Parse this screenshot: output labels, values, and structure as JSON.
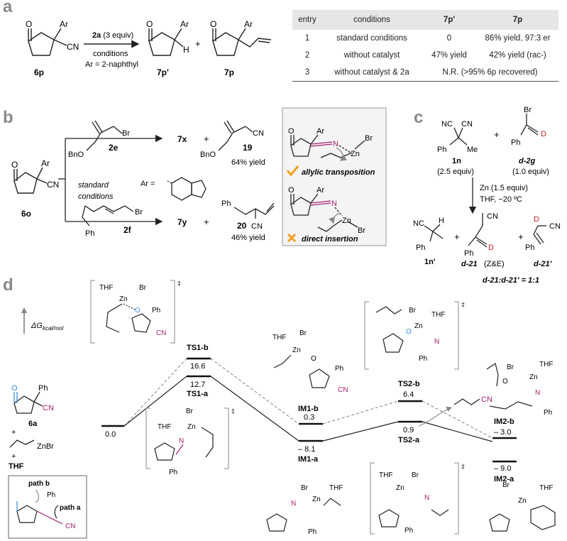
{
  "panels": {
    "a": "a",
    "b": "b",
    "c": "c",
    "d": "d"
  },
  "colors": {
    "nitrile": "#a0236f",
    "oxygen": "#3a8fd6",
    "check": "#f0a020",
    "cross": "#f0a020",
    "grey_line": "#888888"
  },
  "panel_a": {
    "substrate_label": "6p",
    "Ar": "Ar",
    "CN": "CN",
    "O": "O",
    "H": "H",
    "reagent": "2a (3 equiv)",
    "reagent_bold": "2a",
    "reagent_rest": " (3 equiv)",
    "conditions": "conditions",
    "ar_def": "Ar = 2-naphthyl",
    "product1": "7p'",
    "plus": "+",
    "product2": "7p",
    "table": {
      "headers": [
        "entry",
        "conditions",
        "7p'",
        "7p"
      ],
      "rows": [
        {
          "entry": "1",
          "conditions": "standard conditions",
          "c1": "0",
          "c2": "86% yield, 97:3 er"
        },
        {
          "entry": "2",
          "conditions": "without catalyst",
          "c1": "47% yield",
          "c2": "42% yield (rac-)"
        },
        {
          "entry": "3",
          "conditions": "without catalyst & 2a",
          "c1": "N.R. (>95% 6p recovered)",
          "c2": ""
        }
      ]
    }
  },
  "panel_b": {
    "substrate": "6o",
    "Ar": "Ar",
    "CN": "CN",
    "O": "O",
    "reagent_top": "2e",
    "BnO": "BnO",
    "Br": "Br",
    "product_top": "7x",
    "plus": "+",
    "side_top": "19",
    "side_top_yield": "64% yield",
    "standard": "standard",
    "conditions": "conditions",
    "ar_eq": "Ar =",
    "reagent_bot": "2f",
    "Ph": "Ph",
    "product_bot": "7y",
    "side_bot": "20",
    "side_bot_yield": "46% yield",
    "box_top_label": "allylic transposition",
    "box_bot_label": "direct insertion",
    "N": "N",
    "Zn": "Zn"
  },
  "panel_c": {
    "NC": "NC",
    "CN": "CN",
    "Ph": "Ph",
    "Me": "Me",
    "Br": "Br",
    "D": "D",
    "r1": "1n",
    "r1_eq": "(2.5 equiv)",
    "plus": "+",
    "r2": "d-2g",
    "r2_eq": "(1.0 equiv)",
    "cond1": "Zn (1.5 equiv)",
    "cond2": "THF, −20 ºC",
    "p1": "1n'",
    "p2": "d-21",
    "p2_note": "(Z&E)",
    "p3": "d-21'",
    "H": "H",
    "ratio": "d-21:d-21' = 1:1"
  },
  "panel_d": {
    "axis_label": "ΔG",
    "axis_sub": "kcal/mol",
    "reactant": "6a",
    "plus": "+",
    "ZnBr": "ZnBr",
    "THF": "THF",
    "states": [
      {
        "id": "start",
        "energy": "0.0",
        "label": ""
      },
      {
        "id": "TS1-b",
        "energy": "16.6",
        "label": "TS1-b"
      },
      {
        "id": "TS1-a",
        "energy": "12.7",
        "label": "TS1-a"
      },
      {
        "id": "IM1-b",
        "energy": "0.3",
        "label": "IM1-b"
      },
      {
        "id": "IM1-a",
        "energy": "– 8.1",
        "label": "IM1-a"
      },
      {
        "id": "TS2-b",
        "energy": "6.4",
        "label": "TS2-b"
      },
      {
        "id": "TS2-a",
        "energy": "0.9",
        "label": "TS2-a"
      },
      {
        "id": "IM2-b",
        "energy": "– 3.0",
        "label": "IM2-b"
      },
      {
        "id": "IM2-a",
        "energy": "– 9.0",
        "label": "IM2-a"
      }
    ],
    "path_a": "path a",
    "path_b": "path b",
    "ts_mark": "‡",
    "atoms": {
      "Br": "Br",
      "THF": "THF",
      "Zn": "Zn",
      "Ph": "Ph",
      "CN": "CN",
      "N": "N",
      "O": "O"
    }
  }
}
